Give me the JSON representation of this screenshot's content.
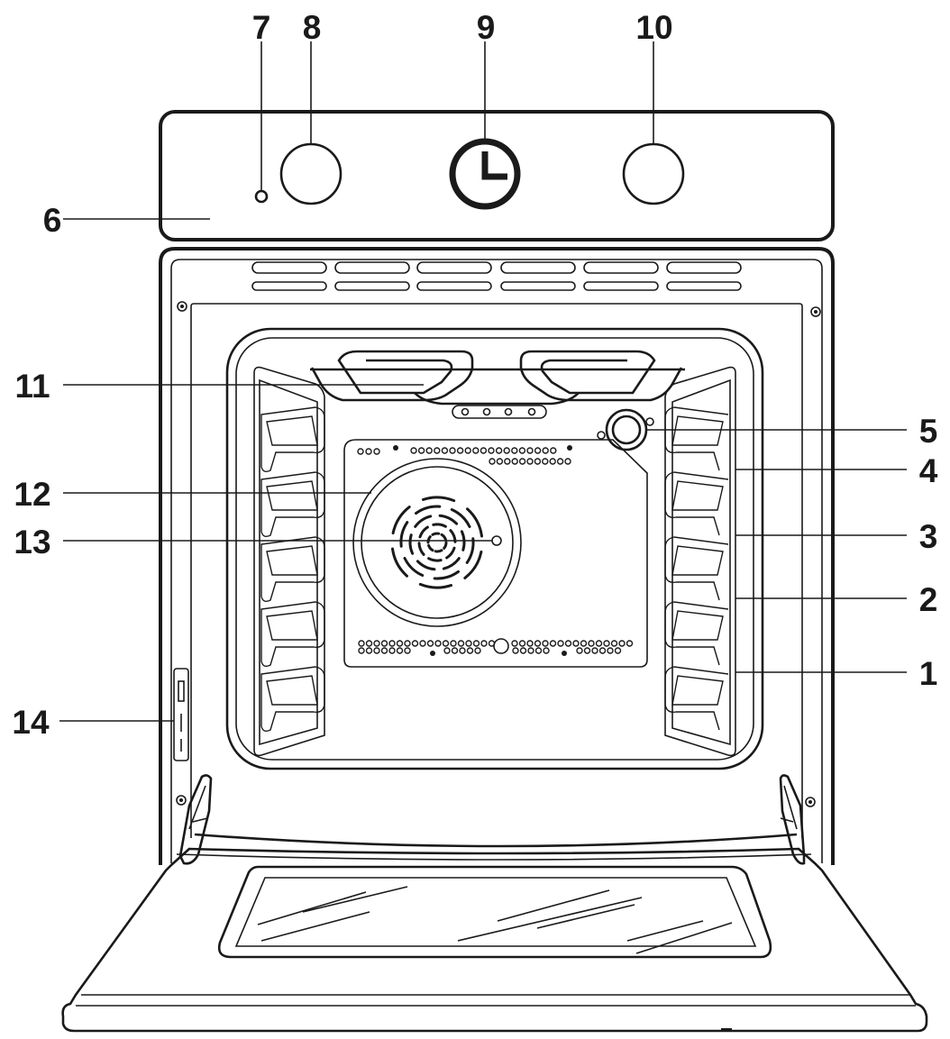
{
  "diagram": {
    "labels": {
      "l1": "1",
      "l2": "2",
      "l3": "3",
      "l4": "4",
      "l5": "5",
      "l6": "6",
      "l7": "7",
      "l8": "8",
      "l9": "9",
      "l10": "10",
      "l11": "11",
      "l12": "12",
      "l13": "13",
      "l14": "14"
    },
    "colors": {
      "line": "#1a1a1a",
      "background": "#ffffff"
    }
  }
}
